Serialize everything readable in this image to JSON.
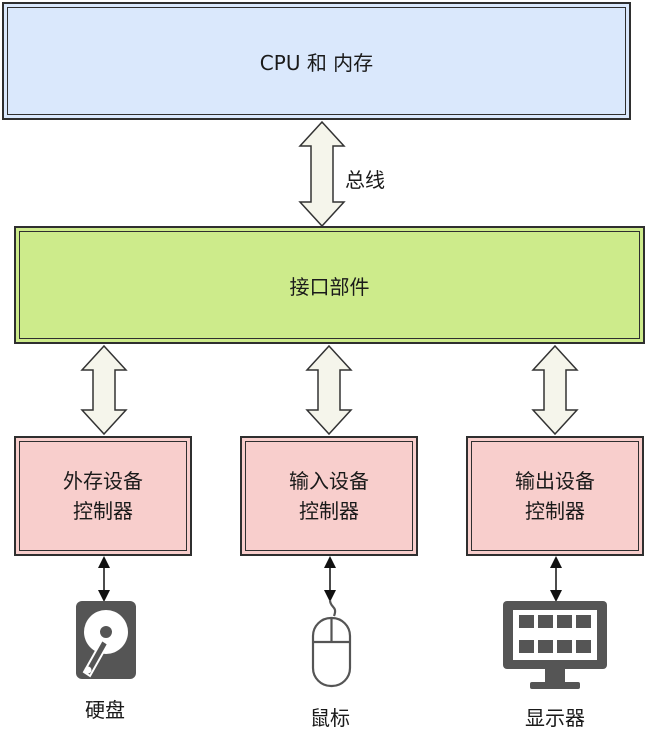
{
  "cpu_box": {
    "label": "CPU 和 内存"
  },
  "bus": {
    "label": "总线"
  },
  "interface_box": {
    "label": "接口部件"
  },
  "controllers": [
    {
      "line1": "外存设备",
      "line2": "控制器"
    },
    {
      "line1": "输入设备",
      "line2": "控制器"
    },
    {
      "line1": "输出设备",
      "line2": "控制器"
    }
  ],
  "devices": [
    {
      "label": "硬盘",
      "icon": "hard-disk-icon"
    },
    {
      "label": "鼠标",
      "icon": "mouse-icon"
    },
    {
      "label": "显示器",
      "icon": "monitor-icon"
    }
  ],
  "colors": {
    "cpu_fill": "#dae8fc",
    "interface_fill": "#cdeb8b",
    "controller_fill": "#f8cecc",
    "arrow_fill": "#f5f5eb",
    "icon_fill": "#555555"
  }
}
